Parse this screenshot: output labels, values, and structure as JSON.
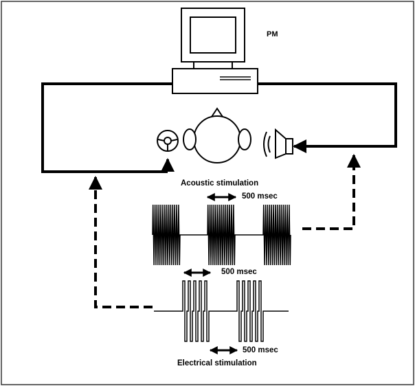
{
  "labels": {
    "pm": "PM",
    "acoustic_stimulation": "Acoustic stimulation",
    "electrical_stimulation": "Electrical stimulation",
    "duration_acoustic": "500 msec",
    "duration_electrical_top": "500 msec",
    "duration_electrical_bottom": "500 msec"
  },
  "colors": {
    "ink": "#000000",
    "background": "#ffffff",
    "frame": "#333333"
  },
  "icons": {
    "computer": "computer-icon",
    "electrode": "electrode-icon",
    "head": "head-icon",
    "speaker": "speaker-icon"
  },
  "stimuli": {
    "acoustic": {
      "bursts": 3,
      "cycles_per_burst": 14
    },
    "electrical": {
      "bursts": 2,
      "pulses_per_burst": 5
    }
  }
}
